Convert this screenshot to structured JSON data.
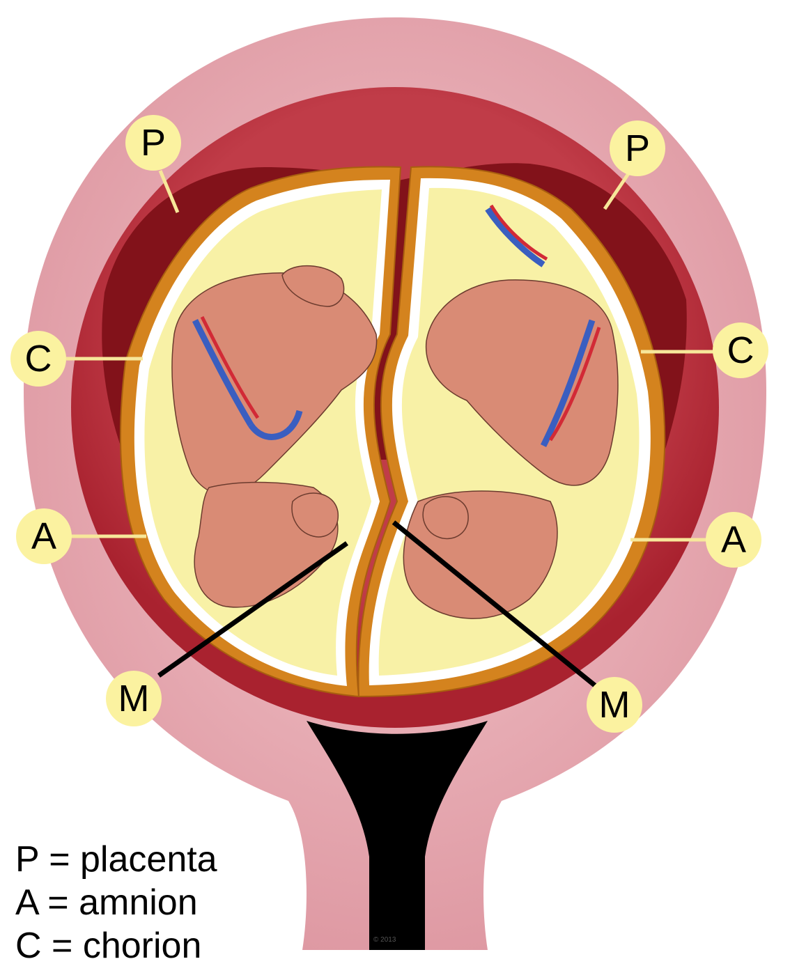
{
  "labels": {
    "placenta": "P",
    "chorion": "C",
    "amnion": "A",
    "membrane": "M"
  },
  "legend": [
    "P = placenta",
    "A = amnion",
    "C = chorion"
  ],
  "signature": "© 2013",
  "colors": {
    "uterus_outer": "#e6a7ae",
    "uterus_wall": "#c9525d",
    "placenta": "#7d0f17",
    "chorion": "#d4831e",
    "amnion": "#ffffff",
    "amniotic_fluid": "#f8f1a6",
    "fetus_skin": "#d98b75",
    "cervix": "#000000",
    "label_circle": "#fbf2a0",
    "leader_light": "#f7e79a",
    "leader_dark": "#000000"
  }
}
